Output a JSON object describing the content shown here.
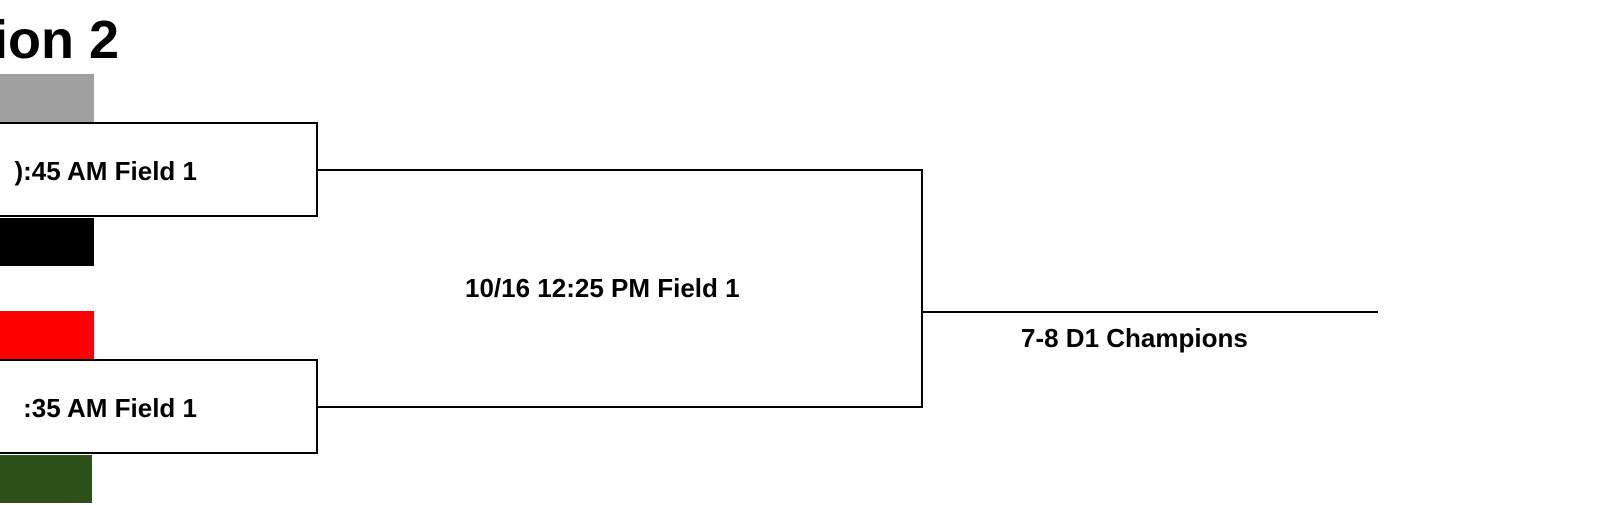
{
  "division": {
    "title": "ion 2"
  },
  "round1": {
    "match_top": {
      "label": "):45 AM Field 1"
    },
    "match_bottom": {
      "label": ":35 AM Field 1"
    }
  },
  "round2": {
    "label": "10/16 12:25 PM Field 1"
  },
  "final": {
    "label": "7-8 D1 Champions"
  },
  "team_colors": {
    "slot1": "#a0a0a0",
    "slot2": "#000000",
    "slot3": "#ff0000",
    "slot4": "#2d5219"
  }
}
